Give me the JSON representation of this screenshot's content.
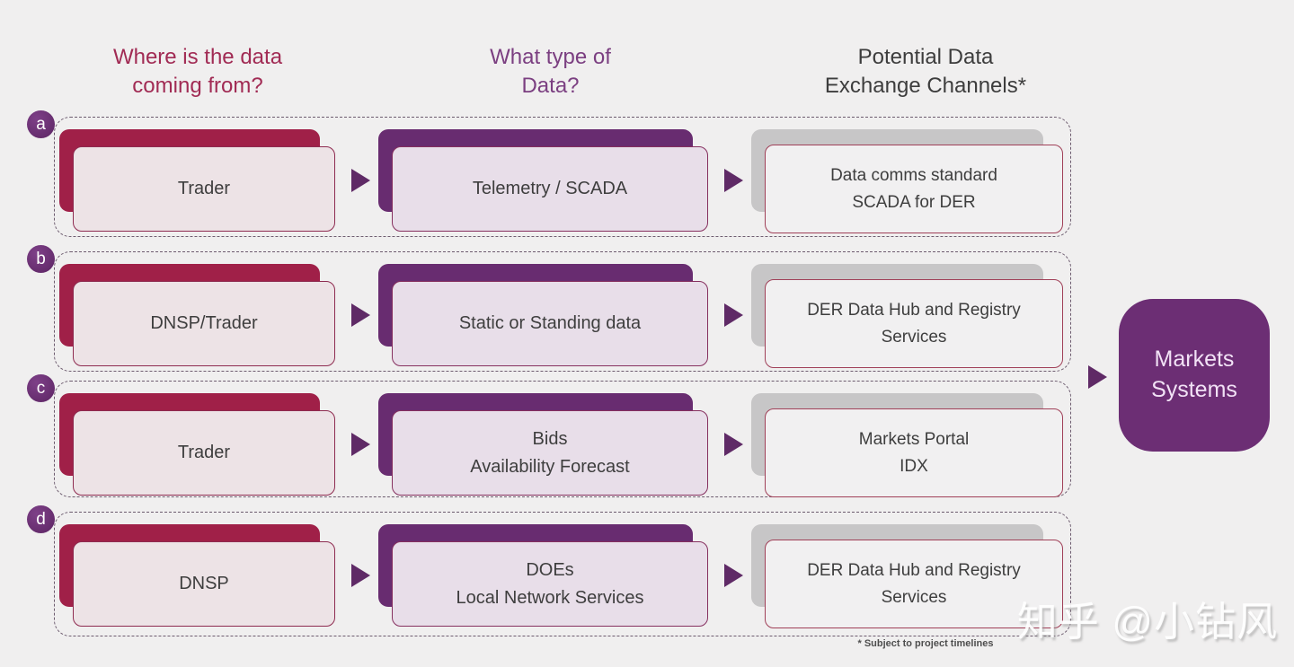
{
  "headers": {
    "source": "Where is the data\ncoming from?",
    "data_type": "What type of\nData?",
    "channels": "Potential Data\nExchange Channels*"
  },
  "rows": [
    {
      "id": "a",
      "source": "Trader",
      "data_type": "Telemetry / SCADA",
      "channel": "Data comms standard\nSCADA for DER"
    },
    {
      "id": "b",
      "source": "DNSP/Trader",
      "data_type": "Static or Standing data",
      "channel": "DER Data Hub and Registry\nServices"
    },
    {
      "id": "c",
      "source": "Trader",
      "data_type": "Bids\nAvailability Forecast",
      "channel": "Markets Portal\nIDX"
    },
    {
      "id": "d",
      "source": "DNSP",
      "data_type": "DOEs\nLocal Network Services",
      "channel": "DER Data Hub and Registry\nServices"
    }
  ],
  "target": {
    "label": "Markets\nSystems"
  },
  "footnote": "* Subject to project timelines",
  "watermark": "知乎 @小钻风",
  "colors": {
    "background": "#F0EFEF",
    "source_back": "#A02048",
    "source_front": "#EDE3E6",
    "data_type_back": "#682C70",
    "data_type_front": "#E8DEE9",
    "channel_back": "#C7C6C7",
    "channel_front": "#F1F0F1",
    "channel_border": "#A04058",
    "arrow": "#5F2A66",
    "markets_box": "#6C2E74",
    "header_source": "#A12B54",
    "header_data_type": "#7B3F81",
    "header_channels": "#3D3D3D",
    "dashed_border": "#6D5C6F"
  }
}
